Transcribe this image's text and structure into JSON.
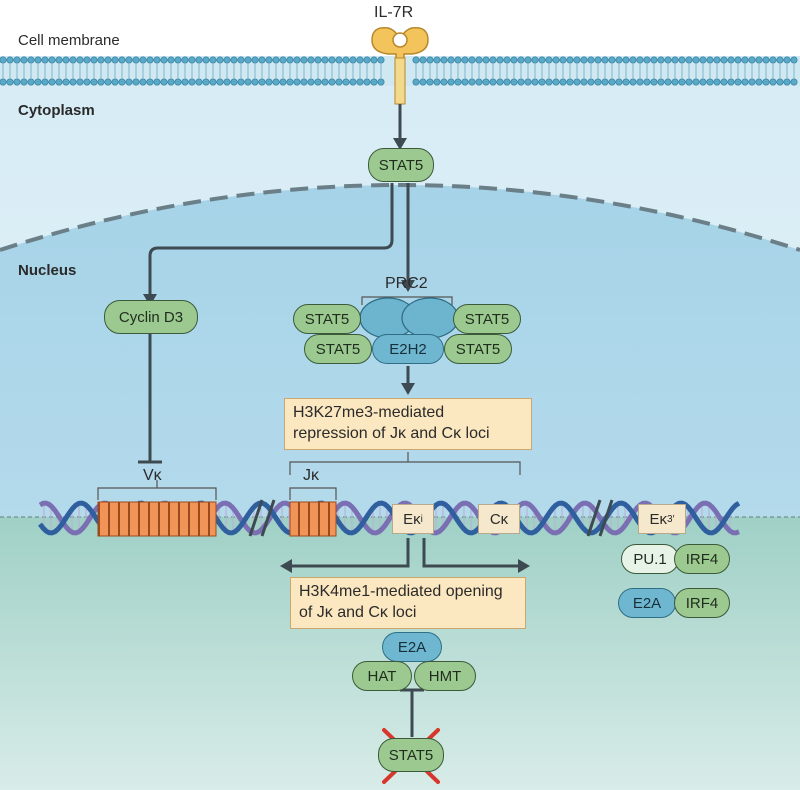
{
  "labels": {
    "cell_membrane": "Cell membrane",
    "receptor": "IL-7R",
    "cytoplasm": "Cytoplasm",
    "nucleus": "Nucleus",
    "prc2": "PRC2",
    "v_kappa": "Vκ",
    "j_kappa": "Jκ"
  },
  "proteins": {
    "stat5_top": "STAT5",
    "cyclin_d3": "Cyclin D3",
    "stat5_tl": "STAT5",
    "stat5_tr": "STAT5",
    "stat5_bl": "STAT5",
    "stat5_br": "STAT5",
    "e2h2": "E2H2",
    "pu1": "PU.1",
    "irf4_a": "IRF4",
    "e2a_right": "E2A",
    "irf4_b": "IRF4",
    "e2a_bottom": "E2A",
    "hat": "HAT",
    "hmt": "HMT",
    "stat5_bottom": "STAT5"
  },
  "boxes": {
    "repression": "H3K27me3-mediated repression of Jκ and Cκ loci",
    "opening": "H3K4me1-mediated opening of Jκ and Cκ loci"
  },
  "dna_elements": {
    "ek_intronic": "Eκ",
    "ek_intronic_sub": "i",
    "c_kappa": "Cκ",
    "ek_3prime": "Eκ",
    "ek_3prime_sub": "3′"
  },
  "colors": {
    "stat5_green": "#9cc98f",
    "e2a_blue": "#6fb7d1",
    "ezh2_blue": "#6fb7d1",
    "gene_orange": "#f1935a",
    "box_fill": "#fbe7c0",
    "cytoplasm": "#e4f2f8",
    "nucleus": "#a9d6ea",
    "nucleus_lower": "#9cd2c4"
  }
}
